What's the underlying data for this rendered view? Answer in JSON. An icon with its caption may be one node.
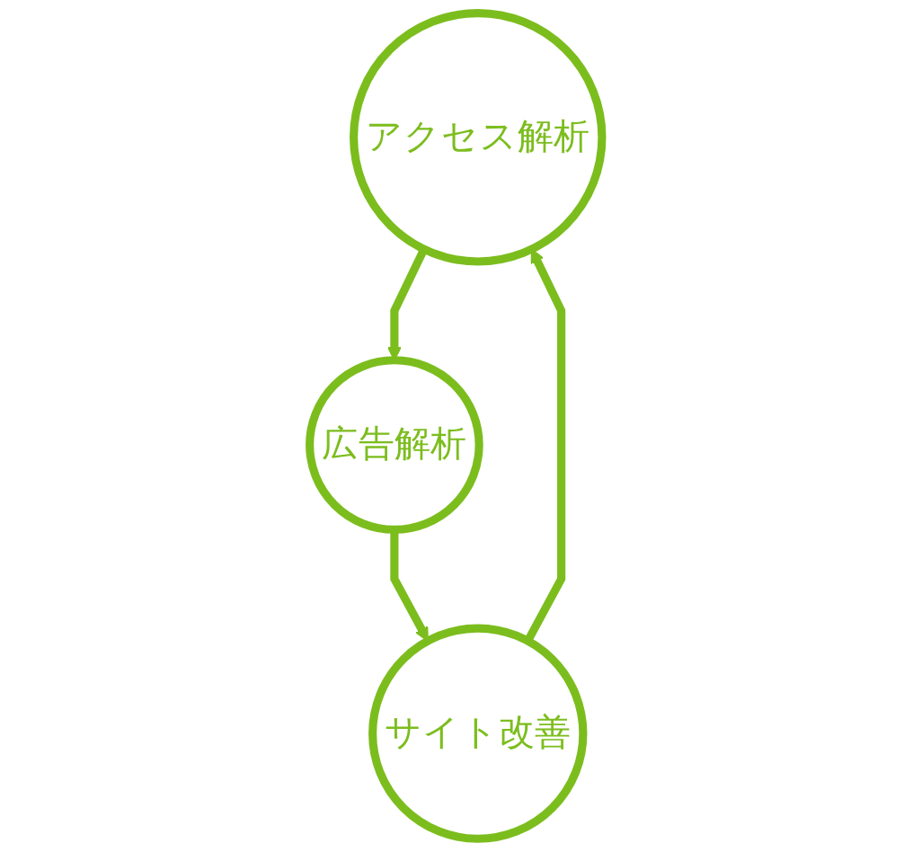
{
  "diagram": {
    "nodes": [
      {
        "text": [
          "アクセス解析"
        ]
      },
      {
        "text": [
          "広告解析"
        ]
      },
      {
        "text": [
          "サイト改善"
        ]
      }
    ],
    "edges": [
      {
        "from": 0,
        "to": 1,
        "arrow": "to"
      },
      {
        "from": 1,
        "to": 2,
        "arrow": "to"
      },
      {
        "from": 2,
        "to": 0,
        "arrow": "to"
      }
    ]
  }
}
